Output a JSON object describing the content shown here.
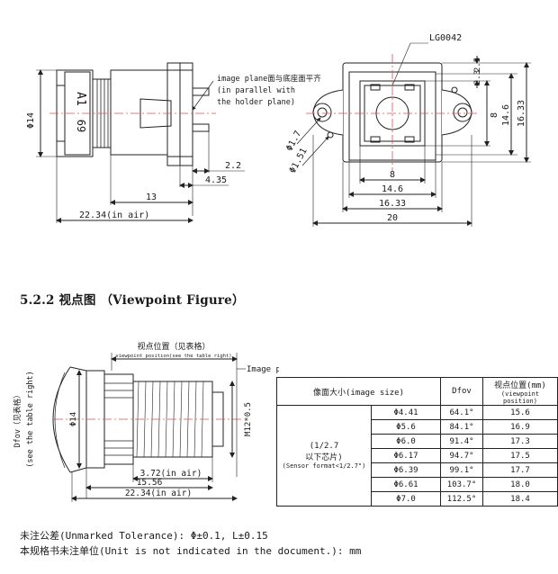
{
  "drawing1": {
    "side_view": {
      "diameter": "Φ14",
      "engraving_1": "A1",
      "engraving_2": "69",
      "image_plane_note_1": "image plane面与底座面平齐",
      "image_plane_note_2": "(in parallel with",
      "image_plane_note_3": "the holder plane)",
      "dim_2_2": "2.2",
      "dim_4_35": "4.35",
      "dim_13": "13",
      "dim_22_34": "22.34(in air)"
    },
    "front_view": {
      "part_label": "LG0042",
      "dim_2_5": "2.5",
      "dim_2_3": "2.3",
      "dim_8_right": "8",
      "dim_14_6_right": "14.6",
      "dim_16_33_right": "16.33",
      "dim_phi_1_7": "Φ1.7",
      "dim_phi_1_51": "Φ1.51",
      "dim_8_bottom": "8",
      "dim_14_6_bottom": "14.6",
      "dim_16_33_bottom": "16.33",
      "dim_20": "20"
    }
  },
  "section": {
    "heading": "5.2.2 视点图 （Viewpoint Figure）"
  },
  "drawing2": {
    "viewpoint_label": "视点位置（见表格）",
    "viewpoint_sub": "viewpoint position(see the table right)",
    "image_plane": "Image plane",
    "dfov_1": "Dfov（见表格）",
    "dfov_2": "(see the table right)",
    "diameter": "Φ14",
    "thread": "M12*0.5",
    "dim_3_72": "3.72(in air)",
    "dim_15_56": "15.56",
    "dim_22_34": "22.34(in air)"
  },
  "table": {
    "header_image_size": "像面大小(image size)",
    "header_dfov": "Dfov",
    "header_viewpoint_1": "视点位置(mm)",
    "header_viewpoint_2": "(viewpoint position)",
    "sensor_1": "(1/2.7",
    "sensor_2": "以下芯片)",
    "sensor_3": "(Sensor format<1/2.7\")",
    "rows": [
      {
        "size": "Φ4.41",
        "dfov": "64.1°",
        "vp": "15.6"
      },
      {
        "size": "Φ5.6",
        "dfov": "84.1°",
        "vp": "16.9"
      },
      {
        "size": "Φ6.0",
        "dfov": "91.4°",
        "vp": "17.3"
      },
      {
        "size": "Φ6.17",
        "dfov": "94.7°",
        "vp": "17.5"
      },
      {
        "size": "Φ6.39",
        "dfov": "99.1°",
        "vp": "17.7"
      },
      {
        "size": "Φ6.61",
        "dfov": "103.7°",
        "vp": "18.0"
      },
      {
        "size": "Φ7.0",
        "dfov": "112.5°",
        "vp": "18.4"
      }
    ]
  },
  "notes": {
    "tolerance": "未注公差(Unmarked Tolerance): Φ±0.1, L±0.15",
    "unit": "本规格书未注单位(Unit is not indicated in the document.): mm"
  }
}
